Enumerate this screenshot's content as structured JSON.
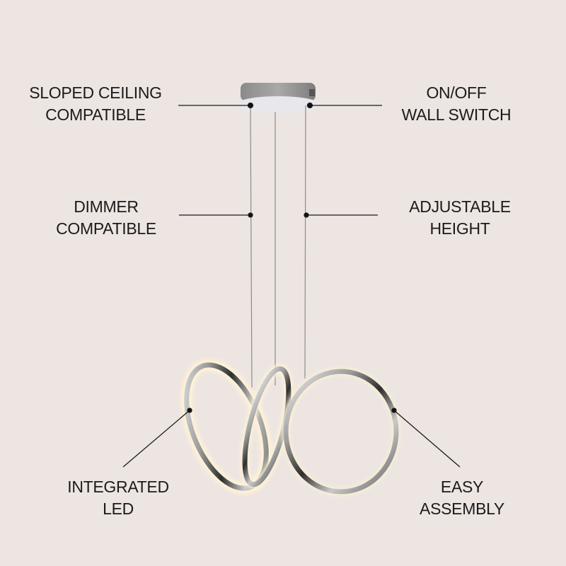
{
  "background_color": "#ede5e2",
  "product": "LED pendant light with three interlocking chrome rings",
  "features": {
    "top_left": {
      "line1": "SLOPED CEILING",
      "line2": "COMPATIBLE"
    },
    "top_right": {
      "line1": "ON/OFF",
      "line2": "WALL SWITCH"
    },
    "mid_left": {
      "line1": "DIMMER",
      "line2": "COMPATIBLE"
    },
    "mid_right": {
      "line1": "ADJUSTABLE",
      "line2": "HEIGHT"
    },
    "bottom_left": {
      "line1": "INTEGRATED",
      "line2": "LED"
    },
    "bottom_right": {
      "line1": "EASY",
      "line2": "ASSEMBLY"
    }
  }
}
